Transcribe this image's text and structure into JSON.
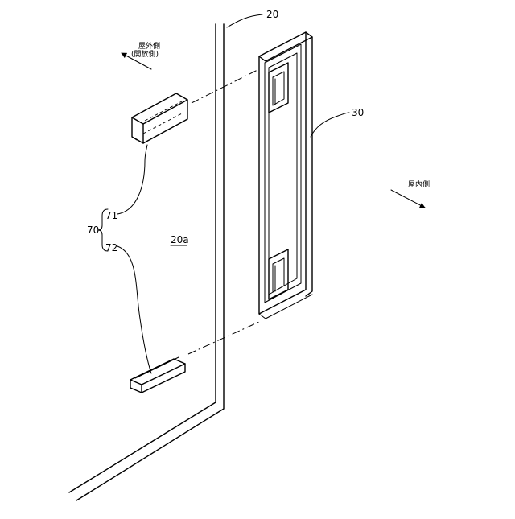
{
  "labels": {
    "wall": "20",
    "wall_face": "20a",
    "frame": "30",
    "assembly": "70",
    "upper_bracket": "71",
    "lower_bracket": "72"
  },
  "directions": {
    "outdoor_line1": "屋外側",
    "outdoor_line2": "(開放側)",
    "indoor": "屋内側"
  }
}
